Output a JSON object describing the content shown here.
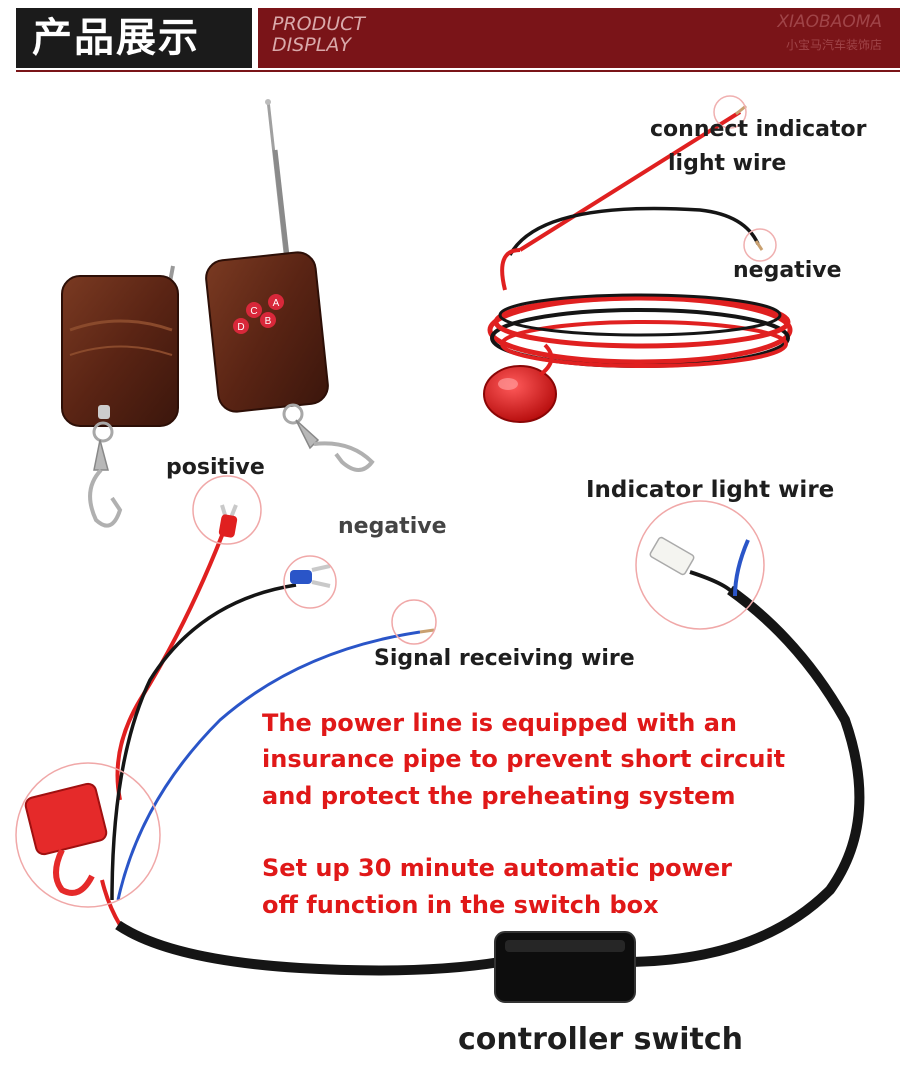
{
  "header": {
    "title_cn": "产品展示",
    "title_en_line1": "PRODUCT",
    "title_en_line2": "DISPLAY",
    "brand": "XIAOBAOMA",
    "brand_cn": "小宝马汽车装饰店"
  },
  "labels": {
    "connect_indicator_line1": "connect indicator",
    "connect_indicator_line2": "light wire",
    "negative_top": "negative",
    "positive": "positive",
    "negative_mid": "negative",
    "indicator_light_wire": "Indicator light wire",
    "signal_receiving_wire": "Signal receiving wire",
    "controller_switch": "controller switch"
  },
  "notes": {
    "line1": "The power line is equipped with an",
    "line2": "insurance pipe to prevent short circuit",
    "line3": "and protect the preheating system",
    "line4": "Set up 30 minute automatic power",
    "line5": "off function in the switch box"
  },
  "remote": {
    "buttons": [
      "A",
      "B",
      "C",
      "D"
    ]
  },
  "colors": {
    "header_dark": "#1b1b1b",
    "header_red": "#7a1418",
    "note_red": "#e01818",
    "wire_red": "#e02020",
    "wire_black": "#151515",
    "wire_blue": "#2a55c8"
  }
}
